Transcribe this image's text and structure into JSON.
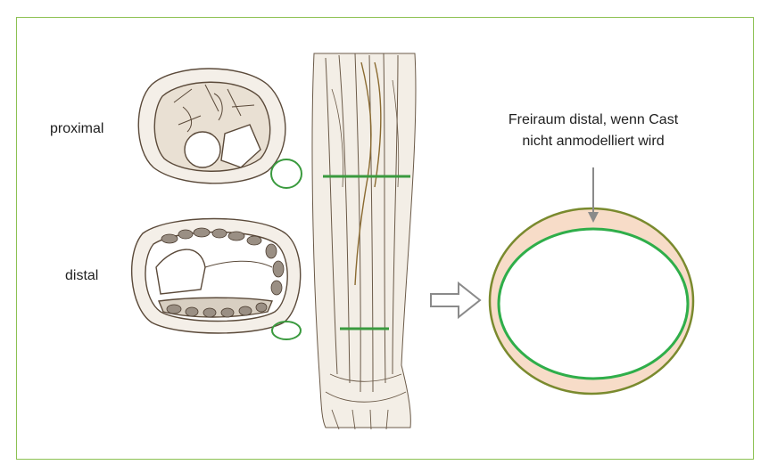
{
  "labels": {
    "proximal": "proximal",
    "distal": "distal",
    "callout_line1": "Freiraum distal, wenn Cast",
    "callout_line2": "nicht anmodelliert wird"
  },
  "colors": {
    "frame_border": "#8cc152",
    "green_marker": "#3a9a3e",
    "outer_ring_fill": "#f7dcc8",
    "outer_ring_stroke": "#7a8a2e",
    "inner_ring_stroke": "#2fae4a",
    "arrow_gray": "#8a8a8a"
  },
  "icons": {
    "direction_arrow": "hollow-right-arrow-icon",
    "pointer_arrow": "down-arrow-icon"
  }
}
